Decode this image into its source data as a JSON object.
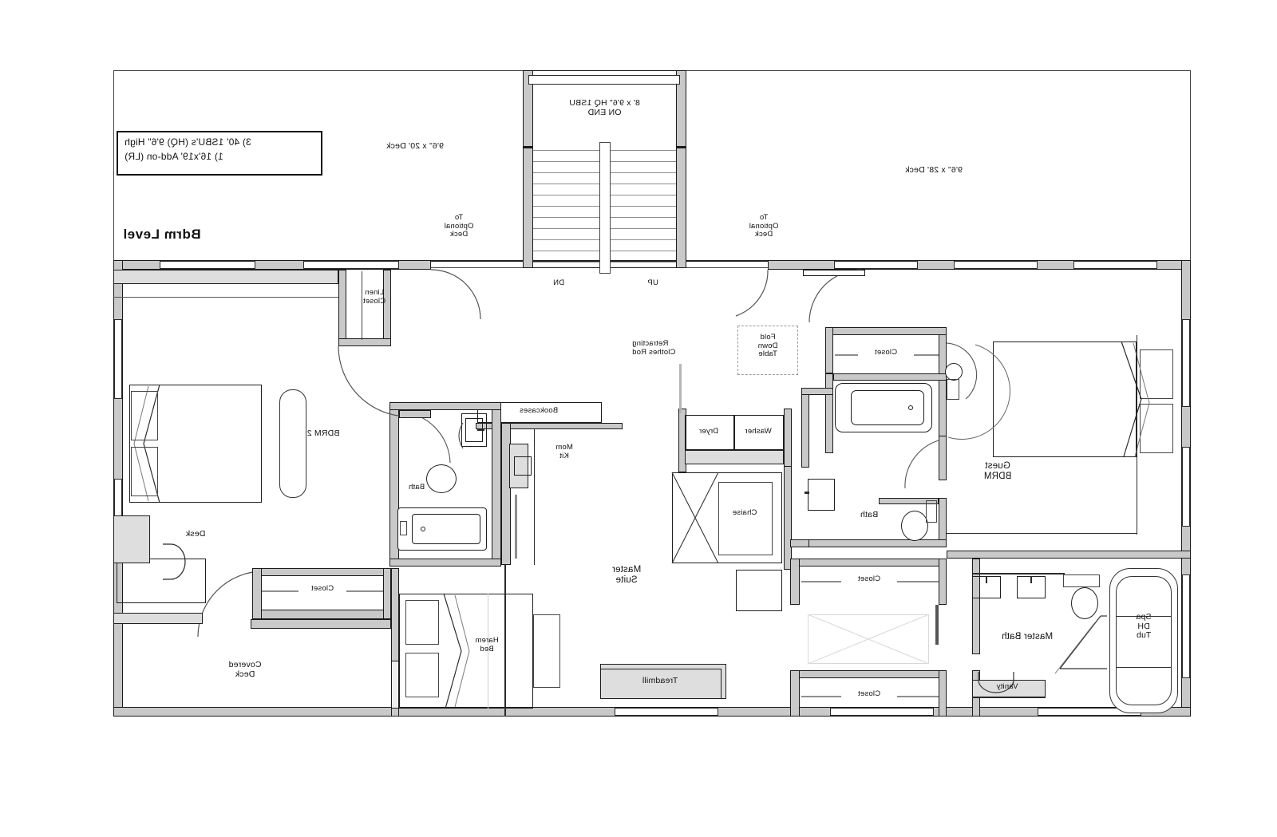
{
  "drawing": {
    "title": "Bdrm Level",
    "mirrored": true,
    "line_color": "#1e1e1e",
    "wall_fill": "#c9c9c9",
    "background": "#ffffff"
  },
  "note_box": {
    "lines": [
      "3) 40' 1SBU's (HQ) 9'6\" High",
      "1) 16'x19' Add-on (LR)"
    ]
  },
  "decks": {
    "left_deck": "9'6\" x 28' Deck",
    "right_deck": "9'6\" x 20' Deck",
    "stair_module": "8' x 9'6\" HQ 1SBU\nON END",
    "covered_deck": "Covered\nDeck",
    "to_optional_deck_left": "To\nOptional\nDeck",
    "to_optional_deck_right": "To\nOptional\nDeck"
  },
  "stairs": {
    "up_label": "UP",
    "dn_label": "DN",
    "tread_count": 11
  },
  "rooms": [
    {
      "id": "guest-bedroom",
      "label": "Guest\nBDRM"
    },
    {
      "id": "guest-bath",
      "label": "Bath"
    },
    {
      "id": "master-suite",
      "label": "Master\nSuite"
    },
    {
      "id": "master-bath",
      "label": "Master Bath"
    },
    {
      "id": "bedroom-2",
      "label": "BDRM 2"
    },
    {
      "id": "bedroom-2-bath",
      "label": "Bath"
    }
  ],
  "fixtures": [
    {
      "id": "spa-tub",
      "label": "Spa\nDH\nTub"
    },
    {
      "id": "vanity",
      "label": "Vanity"
    },
    {
      "id": "washer",
      "label": "Washer"
    },
    {
      "id": "dryer",
      "label": "Dryer"
    },
    {
      "id": "fold-down-table",
      "label": "Fold\nDown\nTable"
    },
    {
      "id": "retracting-clothes-rod",
      "label": "Retracting\nClothes Rod"
    },
    {
      "id": "chaise",
      "label": "Chaise"
    },
    {
      "id": "treadmill",
      "label": "Treadmill"
    },
    {
      "id": "bookcases",
      "label": "Bookcases"
    },
    {
      "id": "mom-kit",
      "label": "Mom\nKit"
    },
    {
      "id": "harem-bed",
      "label": "Harem\nBed"
    },
    {
      "id": "desk",
      "label": "Desk"
    }
  ],
  "closets": {
    "linen": "Linen\nCloset",
    "guest_closet": "Closet",
    "master_closet_upper": "Closet",
    "master_closet_lower": "Closet",
    "bedroom2_closet": "Closet"
  }
}
